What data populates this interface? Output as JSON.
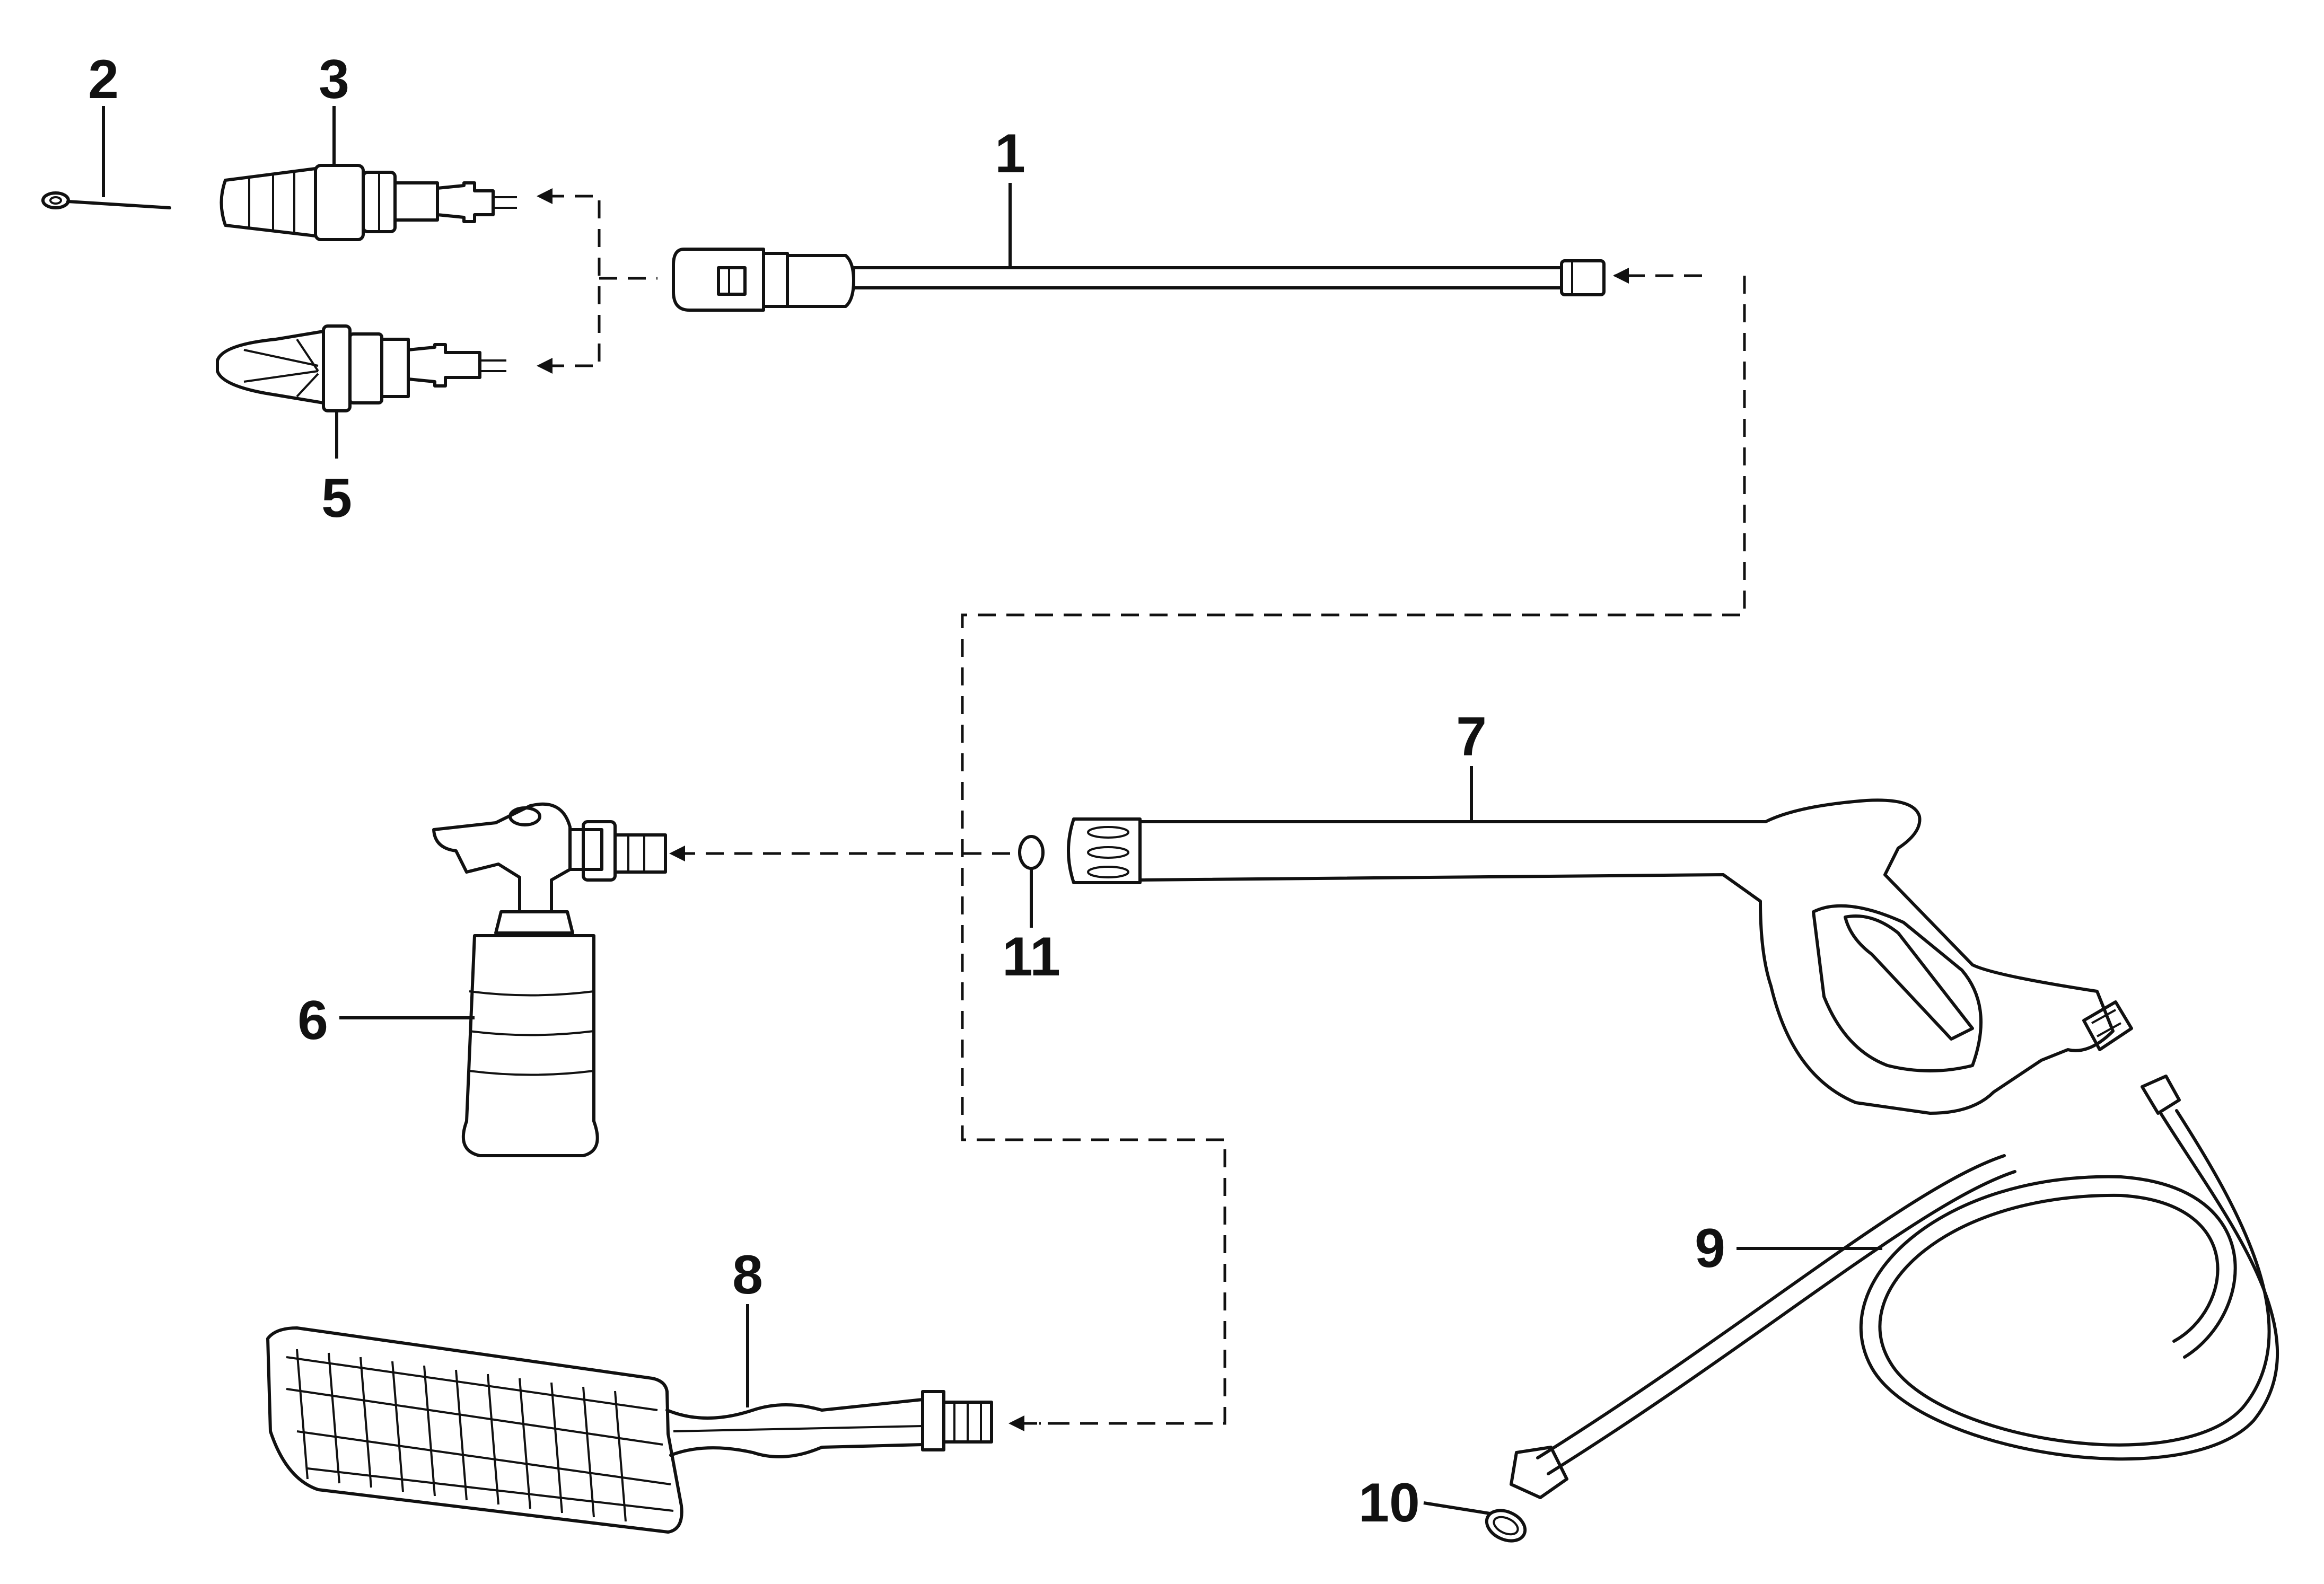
{
  "labels": {
    "n1": "1",
    "n2": "2",
    "n3": "3",
    "n5": "5",
    "n6": "6",
    "n7": "7",
    "n8": "8",
    "n9": "9",
    "n10": "10",
    "n11": "11"
  },
  "colors": {
    "ink": "#111111",
    "background": "#ffffff"
  }
}
